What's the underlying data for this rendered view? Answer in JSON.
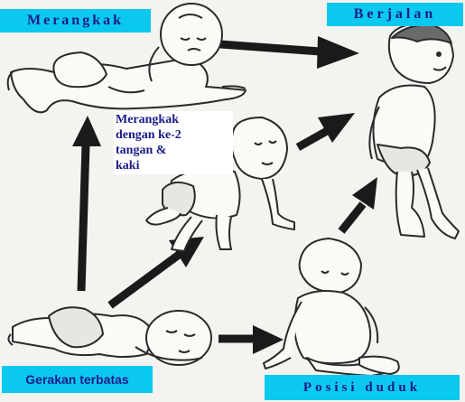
{
  "labels": {
    "crawl": "Merangkak",
    "walk": "Berjalan",
    "limited": "Gerakan terbatas",
    "sit": "Posisi duduk"
  },
  "caption": "Merangkak\ndengan ke-2\ntangan &\nkaki",
  "colors": {
    "label_bg": "#0bc8ee",
    "label_text": "#1a1a8a",
    "arrow": "#1a1a1a",
    "outline": "#2a2a2a"
  },
  "stages": [
    "lying-baby",
    "crawling-baby",
    "hands-knees-baby",
    "sitting-baby",
    "walking-toddler"
  ]
}
